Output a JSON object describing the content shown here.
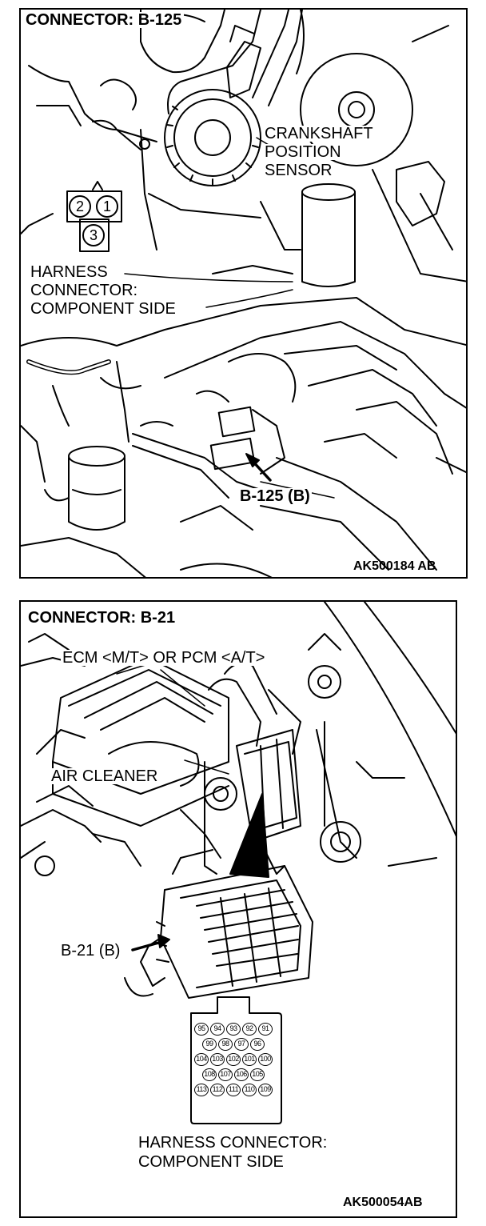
{
  "panel1": {
    "title": "CONNECTOR: B-125",
    "sensor_label_line1": "CRANKSHAFT",
    "sensor_label_line2": "POSITION",
    "sensor_label_line3": "SENSOR",
    "connector_pins": [
      "2",
      "1",
      "3"
    ],
    "harness_line1": "HARNESS",
    "harness_line2": "CONNECTOR:",
    "harness_line3": "COMPONENT SIDE",
    "location_label": "B-125 (B)",
    "figure_code": "AK500184 AB"
  },
  "panel2": {
    "title": "CONNECTOR: B-21",
    "ecm_label": "ECM <M/T> OR PCM <A/T>",
    "air_cleaner_label": "AIR CLEANER",
    "location_label": "B-21 (B)",
    "connector_rows": [
      [
        "95",
        "94",
        "93",
        "92",
        "91"
      ],
      [
        "99",
        "98",
        "97",
        "96"
      ],
      [
        "104",
        "103",
        "102",
        "101",
        "100"
      ],
      [
        "108",
        "107",
        "106",
        "105"
      ],
      [
        "113",
        "112",
        "111",
        "110",
        "109"
      ]
    ],
    "harness_line1": "HARNESS CONNECTOR:",
    "harness_line2": "COMPONENT SIDE",
    "figure_code": "AK500054AB"
  }
}
